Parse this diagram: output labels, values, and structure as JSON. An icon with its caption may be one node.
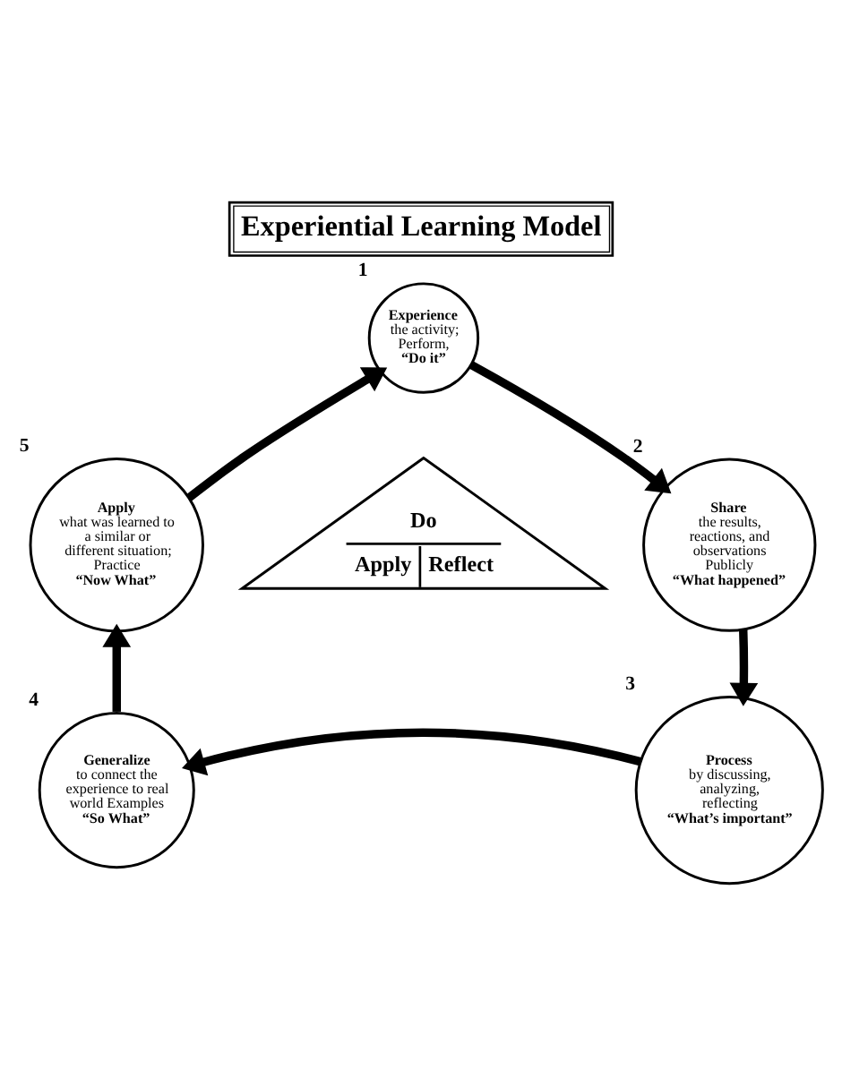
{
  "diagram": {
    "title": "Experiential Learning Model",
    "nodes": [
      {
        "text": [
          "Experience",
          "the activity; Perform,",
          "“Do it”"
        ],
        "beside": [
          "1"
        ]
      },
      {
        "text": [
          "Share",
          "the results, reactions, and observations Publicly",
          "“What happened”"
        ],
        "beside": [
          "2"
        ]
      },
      {
        "text": [
          "Process",
          "by discussing, analyzing, reflecting",
          "“What’s important”"
        ],
        "beside": [
          "3"
        ]
      },
      {
        "text": [
          "Generalize",
          "to connect the experience to real world Examples",
          "“So What”"
        ],
        "beside": [
          "4"
        ]
      },
      {
        "text": [
          "Apply",
          "what was learned to a similar or different situation; Practice",
          "“Now What”"
        ],
        "beside": [
          "5"
        ]
      },
      {
        "text": [
          "Do",
          "Apply",
          "Reflect"
        ]
      }
    ],
    "edges": [
      {
        "from": 0,
        "to": 1,
        "arrow": "to"
      },
      {
        "from": 1,
        "to": 2,
        "arrow": "to"
      },
      {
        "from": 2,
        "to": 3,
        "arrow": "to"
      },
      {
        "from": 3,
        "to": 4,
        "arrow": "to"
      },
      {
        "from": 4,
        "to": 0,
        "arrow": "to"
      }
    ]
  }
}
